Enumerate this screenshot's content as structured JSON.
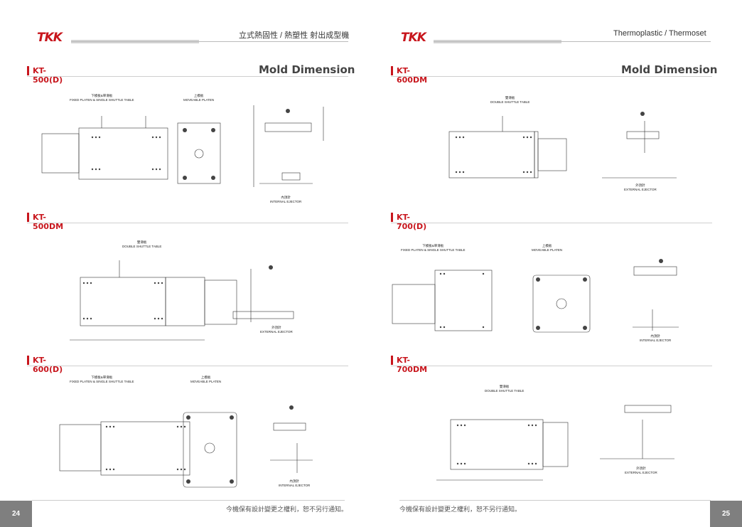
{
  "left_page": {
    "header_text": "立式熱固性 / 熱塑性 射出成型機",
    "section_heading": "Mold Dimension",
    "page_number": "24",
    "footer": "今機保有設計變更之權利，恕不另行通知。",
    "sections": [
      {
        "title": "KT-500(D)",
        "captions": [
          "下模板&單滑板\nFIXED PLATEN & SINGLE SHUTTLE TABLE",
          "上模板\nMOVEABLE PLATEN",
          "內頂針\nINTERNAL EJECTOR"
        ]
      },
      {
        "title": "KT-500DM",
        "captions": [
          "雙滑板\nDOUBLE SHUTTLE TABLE",
          "外頂針\nEXTERNAL EJECTOR"
        ]
      },
      {
        "title": "KT-600(D)",
        "captions": [
          "下模板&單滑板\nFIXED PLATEN & SINGLE SHUTTLE TABLE",
          "上模板\nMOVEABLE PLATEN",
          "內頂針\nINTERNAL EJECTOR"
        ]
      }
    ]
  },
  "right_page": {
    "header_text": "Thermoplastic / Thermoset",
    "section_heading": "Mold Dimension",
    "page_number": "25",
    "footer": "今機保有設計變更之權利，恕不另行通知。",
    "sections": [
      {
        "title": "KT-600DM",
        "captions": [
          "雙滑板\nDOUBLE SHUTTLE TABLE",
          "外頂針\nEXTERNAL EJECTOR"
        ]
      },
      {
        "title": "KT-700(D)",
        "captions": [
          "下模板&單滑板\nFIXED PLATEN & SINGLE SHUTTLE TABLE",
          "上模板\nMOVEABLE PLATEN",
          "內頂針\nINTERNAL EJECTOR"
        ]
      },
      {
        "title": "KT-700DM",
        "captions": [
          "雙滑板\nDOUBLE SHUTTLE TABLE",
          "外頂針\nEXTERNAL EJECTOR"
        ]
      }
    ]
  },
  "logo_text": "TKK",
  "colors": {
    "accent": "#c8161d",
    "footer_box": "#7f7f7f",
    "line": "#b0b0b0"
  }
}
